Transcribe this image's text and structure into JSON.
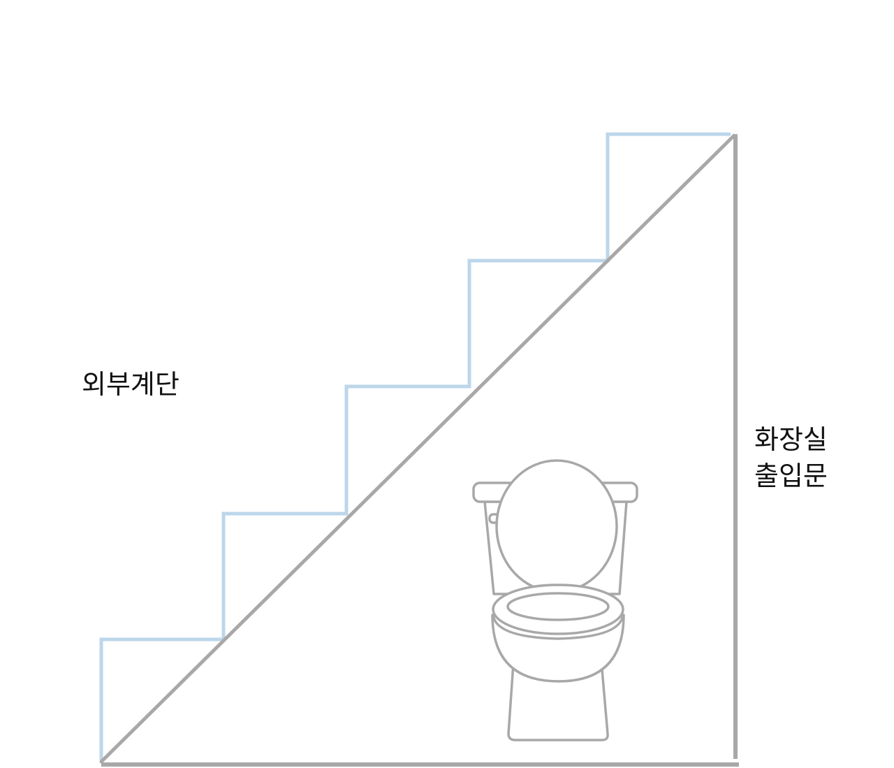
{
  "labels": {
    "external_stairs": "외부계단",
    "restroom_door_line1": "화장실",
    "restroom_door_line2": "출입문"
  },
  "colors": {
    "stairs": "#bcd6ea",
    "structure": "#a9a7a8",
    "toilet": "#a8a8a8",
    "text": "#111111"
  },
  "icons": {
    "toilet": "toilet-icon"
  }
}
